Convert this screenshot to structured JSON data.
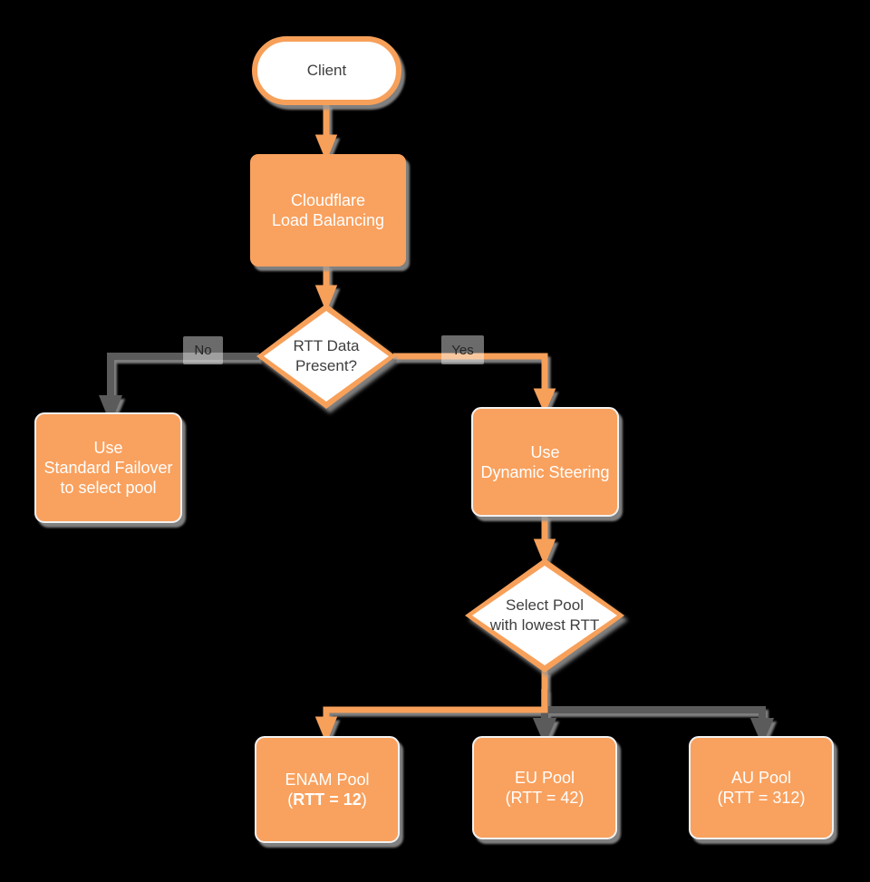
{
  "diagram": {
    "colors": {
      "background": "#000000",
      "shape_orange": "#F9A15E",
      "connector_orange": "#F7A05A",
      "connector_gray": "#5B5B5B",
      "shadow_gray": "#949494",
      "text_dark": "#3F3F3F",
      "text_light": "#FFFFFF"
    },
    "nodes": {
      "client": {
        "label": "Client"
      },
      "load_balancing": {
        "lines": [
          "Cloudflare",
          "Load Balancing"
        ]
      },
      "rtt_decision": {
        "lines": [
          "RTT Data",
          "Present?"
        ]
      },
      "standard_failover": {
        "lines": [
          "Use",
          "Standard Failover",
          "to select pool"
        ]
      },
      "dynamic_steering": {
        "lines": [
          "Use",
          "Dynamic Steering"
        ]
      },
      "select_pool": {
        "lines": [
          "Select Pool",
          "with lowest RTT"
        ]
      },
      "enam_pool": {
        "line1": "ENAM Pool",
        "line2_prefix": "(",
        "line2_bold": "RTT = 12",
        "line2_suffix": ")"
      },
      "eu_pool": {
        "line1": "EU Pool",
        "line2": "(RTT = 42)"
      },
      "au_pool": {
        "line1": "AU Pool",
        "line2": "(RTT = 312)"
      }
    },
    "edges": {
      "no_label": "No",
      "yes_label": "Yes"
    }
  }
}
